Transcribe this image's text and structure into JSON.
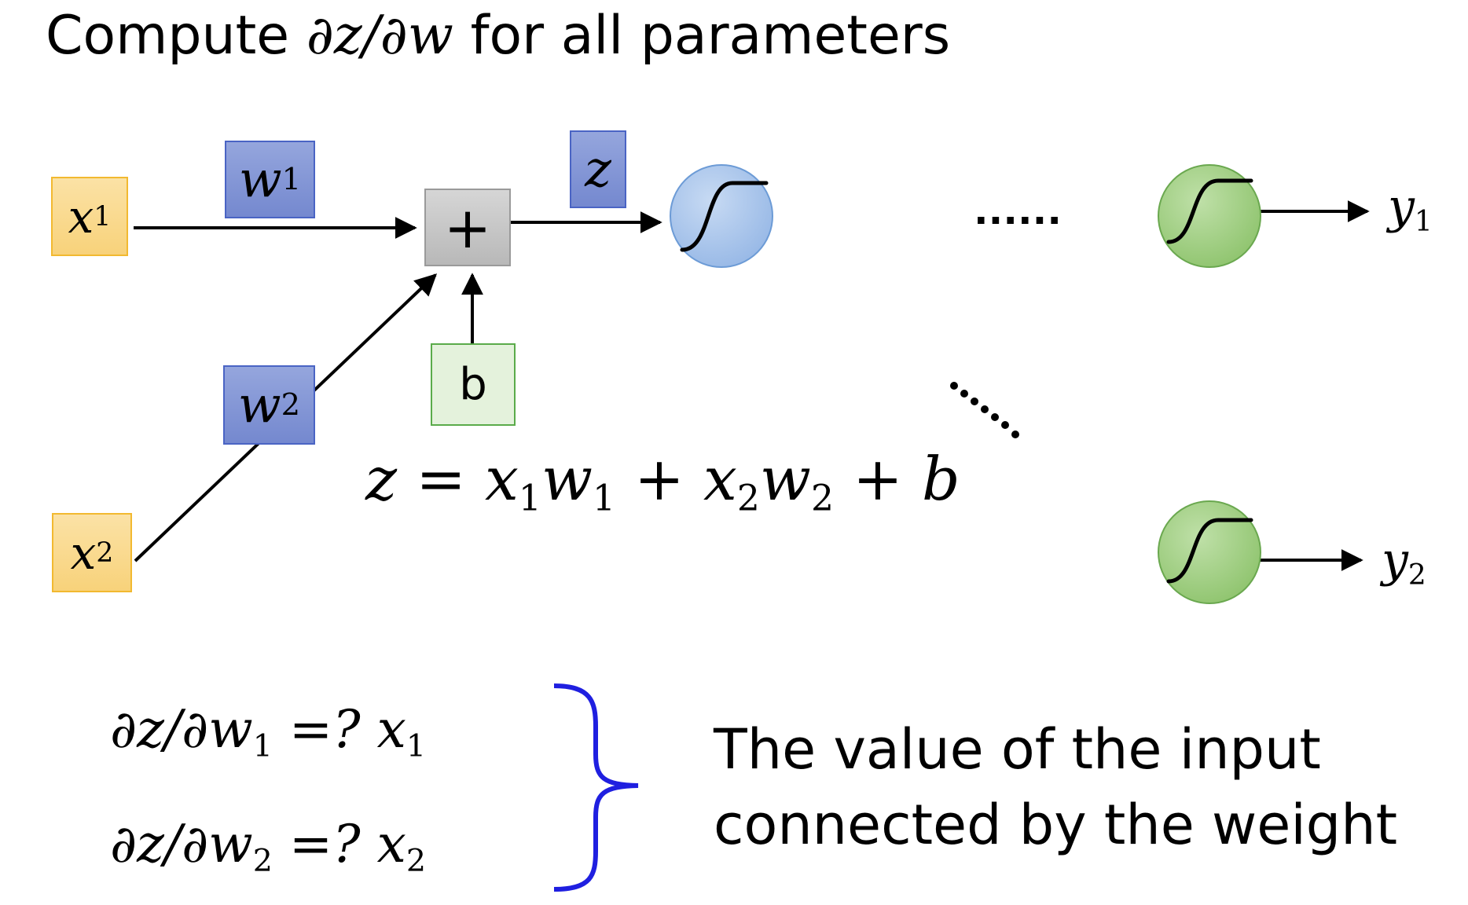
{
  "title": {
    "prefix": "Compute ",
    "math": "∂z/∂w",
    "suffix": " for all parameters"
  },
  "nodes": {
    "x1": {
      "base": "x",
      "sub": "1"
    },
    "x2": {
      "base": "x",
      "sub": "2"
    },
    "w1": {
      "base": "w",
      "sub": "1"
    },
    "w2": {
      "base": "w",
      "sub": "2"
    },
    "z": "z",
    "plus": "+",
    "b": "b",
    "y1": {
      "base": "y",
      "sub": "1"
    },
    "y2": {
      "base": "y",
      "sub": "2"
    },
    "dots_top": "......",
    "dots_diag": "......"
  },
  "equation": {
    "lhs": "z = ",
    "t1": "x",
    "t1s": "1",
    "t2": "w",
    "t2s": "1",
    "plus1": " + ",
    "t3": "x",
    "t3s": "2",
    "t4": "w",
    "t4s": "2",
    "plus2": " + b"
  },
  "derivatives": [
    {
      "lhs": "∂z/∂w",
      "sub": "1",
      "mid": " =? ",
      "rhs": "x",
      "rsub": "1"
    },
    {
      "lhs": "∂z/∂w",
      "sub": "2",
      "mid": " =? ",
      "rhs": "x",
      "rsub": "2"
    }
  ],
  "explanation": {
    "line1": "The value of the input",
    "line2": "connected by the weight"
  },
  "colors": {
    "input_fill": "#fad98c",
    "input_stroke": "#f2b930",
    "weight_fill": "#8497d6",
    "weight_stroke": "#4a64c4",
    "plus_fill": "#c8c8c8",
    "plus_stroke": "#9a9a9a",
    "bias_fill": "#e4f2dc",
    "bias_stroke": "#5aab4a",
    "neuron_blue": "#a8c4ea",
    "neuron_blue_stroke": "#6c9bd6",
    "neuron_green": "#a3cf88",
    "neuron_green_stroke": "#6aa84f",
    "brace": "#1f1fe0"
  }
}
